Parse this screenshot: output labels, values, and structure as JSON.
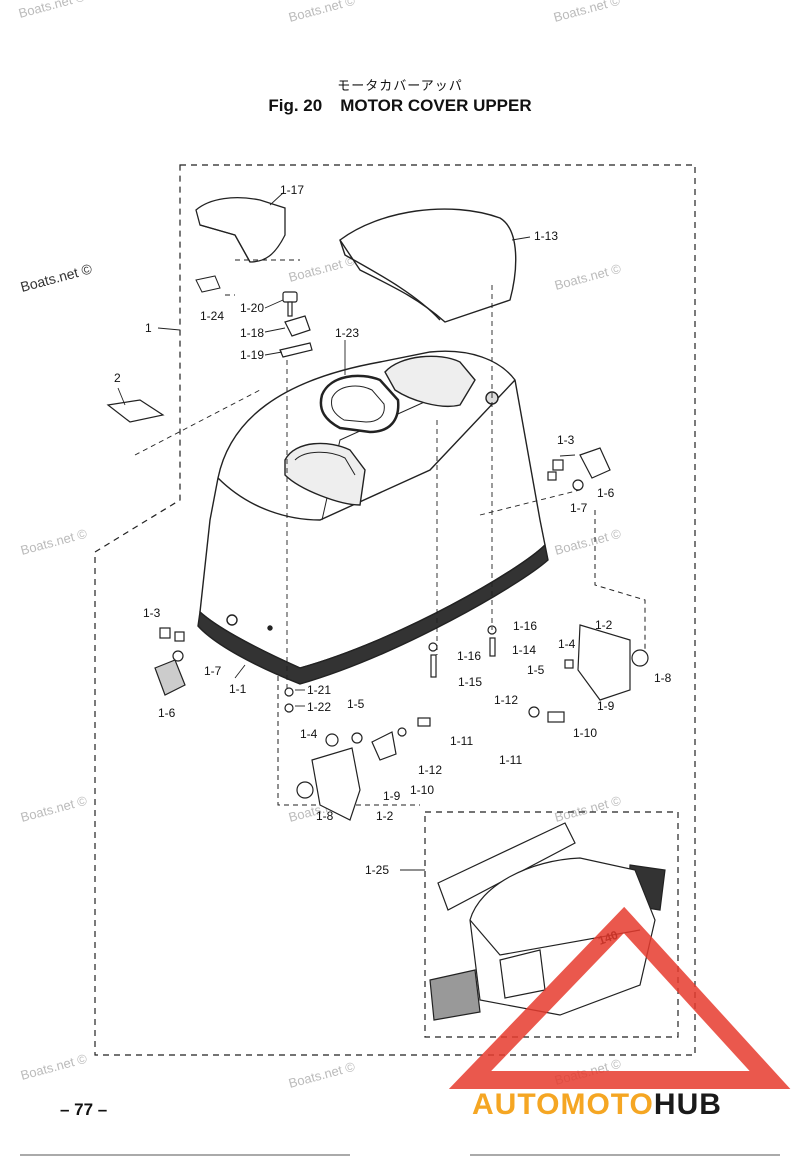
{
  "header": {
    "japanese_title": "モータカバーアッパ",
    "fig_number": "Fig. 20",
    "fig_name": "MOTOR COVER UPPER"
  },
  "watermark": "Boats.net ©",
  "part_labels": {
    "p1": "1",
    "p2": "2",
    "p1_1": "1-1",
    "p1_2a": "1-2",
    "p1_2b": "1-2",
    "p1_3a": "1-3",
    "p1_3b": "1-3",
    "p1_4a": "1-4",
    "p1_4b": "1-4",
    "p1_5a": "1-5",
    "p1_5b": "1-5",
    "p1_6a": "1-6",
    "p1_6b": "1-6",
    "p1_7a": "1-7",
    "p1_7b": "1-7",
    "p1_8a": "1-8",
    "p1_8b": "1-8",
    "p1_9a": "1-9",
    "p1_9b": "1-9",
    "p1_10a": "1-10",
    "p1_10b": "1-10",
    "p1_11a": "1-11",
    "p1_11b": "1-11",
    "p1_12a": "1-12",
    "p1_12b": "1-12",
    "p1_13": "1-13",
    "p1_14": "1-14",
    "p1_15": "1-15",
    "p1_16a": "1-16",
    "p1_16b": "1-16",
    "p1_17": "1-17",
    "p1_18": "1-18",
    "p1_19": "1-19",
    "p1_20": "1-20",
    "p1_21": "1-21",
    "p1_22": "1-22",
    "p1_23": "1-23",
    "p1_24": "1-24",
    "p1_25": "1-25"
  },
  "decal_text": "140",
  "page_number": "– 77 –",
  "brand": {
    "part1": "AUTOMOTO",
    "part2": "HUB"
  },
  "colors": {
    "logo_red": "#e63b2e",
    "logo_orange": "#f5a623",
    "line": "#222222"
  }
}
